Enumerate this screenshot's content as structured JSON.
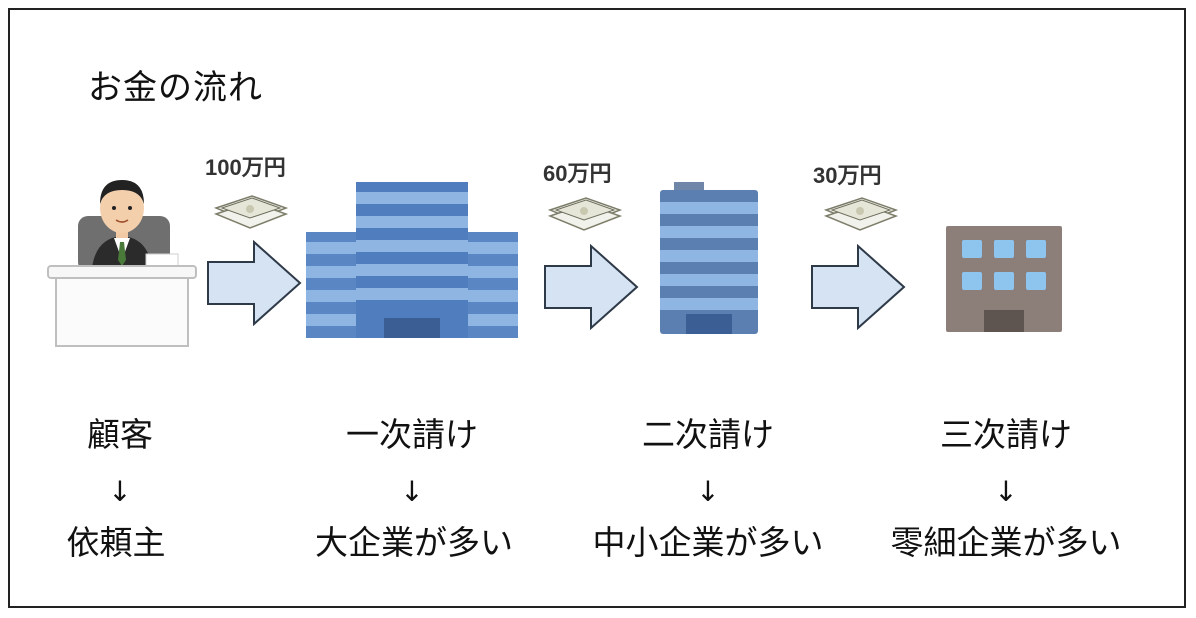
{
  "title": "お金の流れ",
  "amounts": [
    "100万円",
    "60万円",
    "30万円"
  ],
  "stages": [
    {
      "label": "顧客",
      "arrow": "↓",
      "desc": "依頼主",
      "icon": "client-businessman-icon"
    },
    {
      "label": "一次請け",
      "arrow": "↓",
      "desc": "大企業が多い",
      "icon": "large-company-building-icon"
    },
    {
      "label": "二次請け",
      "arrow": "↓",
      "desc": "中小企業が多い",
      "icon": "mid-company-building-icon"
    },
    {
      "label": "三次請け",
      "arrow": "↓",
      "desc": "零細企業が多い",
      "icon": "small-company-building-icon"
    }
  ],
  "colors": {
    "flow_arrow_fill": "#d6e3f3",
    "flow_arrow_stroke": "#2f3a48",
    "building_dark": "#5a87c4",
    "building_light": "#8fb6e3",
    "small_building": "#8c7f7a",
    "window": "#8ec5ee"
  }
}
